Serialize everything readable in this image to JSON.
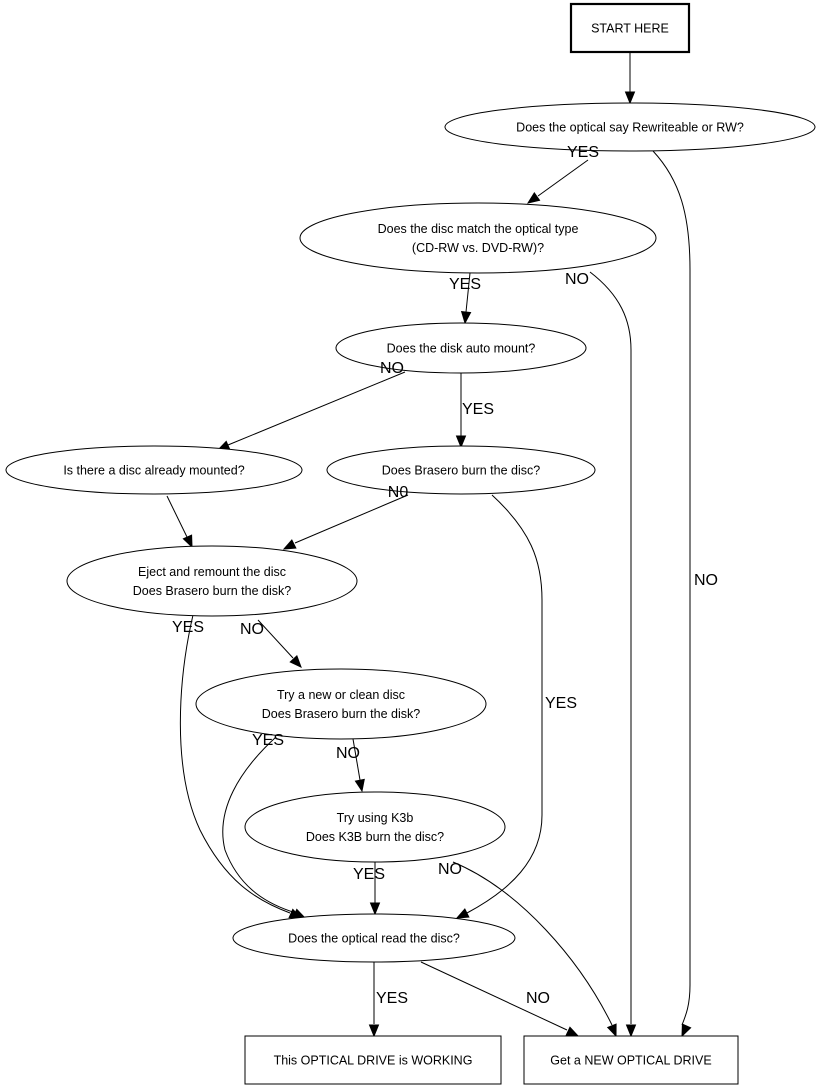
{
  "title": "Optical drive troubleshooting flowchart",
  "nodes": [
    {
      "id": "start",
      "shape": "box",
      "lines": [
        "START HERE"
      ]
    },
    {
      "id": "rw",
      "shape": "ellipse",
      "lines": [
        "Does the optical say Rewriteable or RW?"
      ]
    },
    {
      "id": "match",
      "shape": "ellipse",
      "lines": [
        "Does the disc match the optical type",
        "(CD-RW vs. DVD-RW)?"
      ]
    },
    {
      "id": "automount",
      "shape": "ellipse",
      "lines": [
        "Does the disk auto mount?"
      ]
    },
    {
      "id": "mounted",
      "shape": "ellipse",
      "lines": [
        "Is there a disc already mounted?"
      ]
    },
    {
      "id": "brasero",
      "shape": "ellipse",
      "lines": [
        "Does Brasero burn the disc?"
      ]
    },
    {
      "id": "eject",
      "shape": "ellipse",
      "lines": [
        "Eject and remount the disc",
        "Does Brasero burn the disk?"
      ]
    },
    {
      "id": "newdisc",
      "shape": "ellipse",
      "lines": [
        "Try a new or clean disc",
        "Does Brasero burn the disk?"
      ]
    },
    {
      "id": "k3b",
      "shape": "ellipse",
      "lines": [
        "Try using K3b",
        "Does K3B burn the disc?"
      ]
    },
    {
      "id": "read",
      "shape": "ellipse",
      "lines": [
        "Does the optical read the disc?"
      ]
    },
    {
      "id": "working",
      "shape": "box",
      "lines": [
        "This OPTICAL DRIVE is WORKING"
      ]
    },
    {
      "id": "newdrive",
      "shape": "box",
      "lines": [
        "Get a NEW OPTICAL DRIVE"
      ]
    }
  ],
  "edges": [
    {
      "from": "start",
      "to": "rw",
      "label": ""
    },
    {
      "from": "rw",
      "to": "match",
      "label": "YES"
    },
    {
      "from": "rw",
      "to": "newdrive",
      "label": "NO"
    },
    {
      "from": "match",
      "to": "automount",
      "label": "YES"
    },
    {
      "from": "match",
      "to": "newdrive",
      "label": "NO"
    },
    {
      "from": "automount",
      "to": "mounted",
      "label": "NO"
    },
    {
      "from": "automount",
      "to": "brasero",
      "label": "YES"
    },
    {
      "from": "mounted",
      "to": "eject",
      "label": ""
    },
    {
      "from": "brasero",
      "to": "eject",
      "label": "N0"
    },
    {
      "from": "brasero",
      "to": "read",
      "label": "YES"
    },
    {
      "from": "eject",
      "to": "read",
      "label": "YES"
    },
    {
      "from": "eject",
      "to": "newdisc",
      "label": "NO"
    },
    {
      "from": "newdisc",
      "to": "read",
      "label": "YES"
    },
    {
      "from": "newdisc",
      "to": "k3b",
      "label": "NO"
    },
    {
      "from": "k3b",
      "to": "read",
      "label": "YES"
    },
    {
      "from": "k3b",
      "to": "newdrive",
      "label": "NO"
    },
    {
      "from": "read",
      "to": "working",
      "label": "YES"
    },
    {
      "from": "read",
      "to": "newdrive",
      "label": "NO"
    }
  ]
}
